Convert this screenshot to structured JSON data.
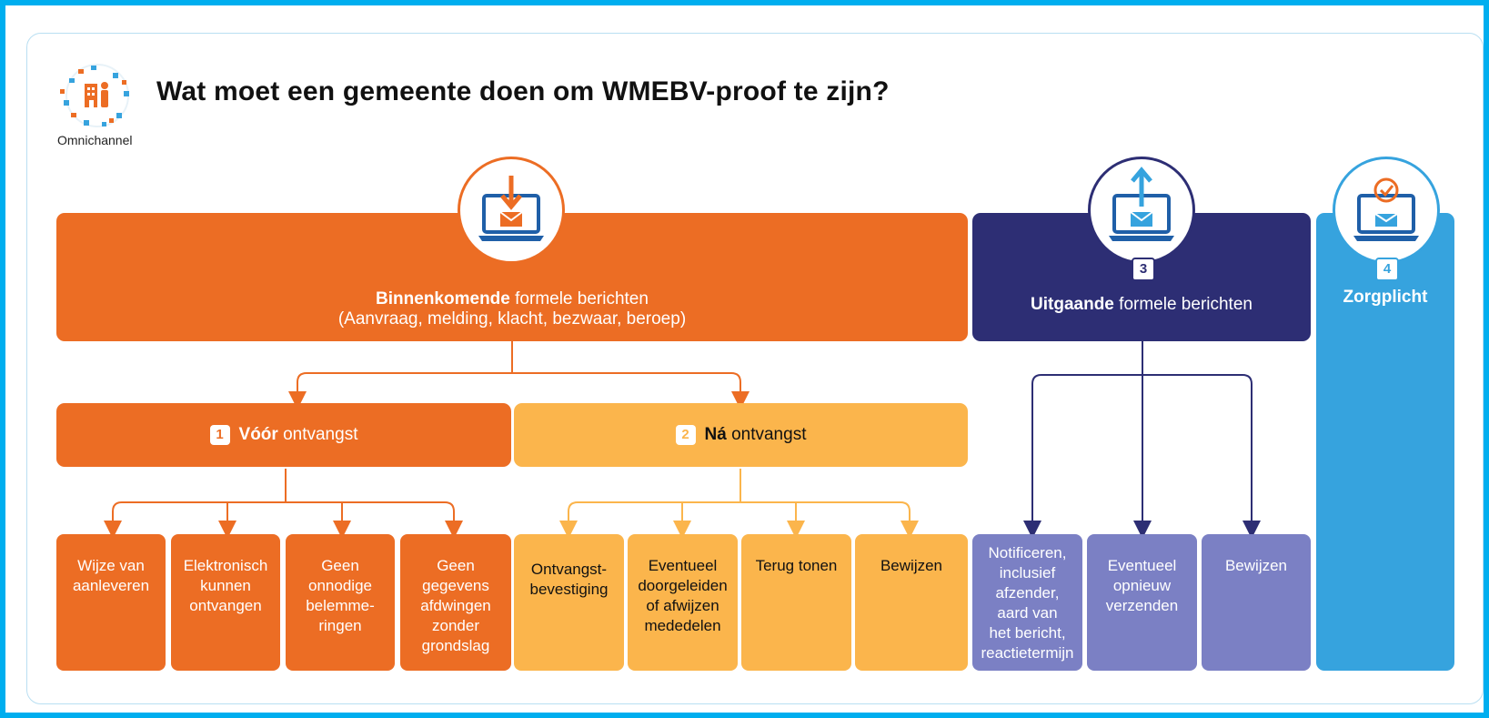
{
  "header": {
    "logo_label": "Omnichannel",
    "title": "Wat moet een gemeente doen om WMEBV-proof te zijn?"
  },
  "incoming": {
    "bold": "Binnenkomende",
    "rest": "formele berichten",
    "sub": "(Aanvraag, melding, klacht, bezwaar, beroep)"
  },
  "before": {
    "number": "1",
    "bold": "Vóór",
    "rest": "ontvangst"
  },
  "after": {
    "number": "2",
    "bold": "Ná",
    "rest": "ontvangst"
  },
  "outgoing": {
    "number": "3",
    "bold": "Uitgaande",
    "rest": "formele berichten"
  },
  "care": {
    "number": "4",
    "label": "Zorgplicht"
  },
  "leaves_before": [
    [
      "Wijze van",
      "aanleveren"
    ],
    [
      "Elektronisch",
      "kunnen",
      "ontvangen"
    ],
    [
      "Geen",
      "onnodige",
      "belemme-",
      "ringen"
    ],
    [
      "Geen",
      "gegevens",
      "afdwingen",
      "zonder",
      "grondslag"
    ]
  ],
  "leaves_after": [
    [
      "Ontvangst-",
      "bevestiging"
    ],
    [
      "Eventueel",
      "doorgeleiden",
      "of afwijzen",
      "mededelen"
    ],
    [
      "Terug tonen"
    ],
    [
      "Bewijzen"
    ]
  ],
  "leaves_outgoing": [
    [
      "Notificeren,",
      "inclusief",
      "afzender,",
      "aard van",
      "het bericht,",
      "reactietermijn"
    ],
    [
      "Eventueel",
      "opnieuw",
      "verzenden"
    ],
    [
      "Bewijzen"
    ]
  ],
  "colors": {
    "orange": "#ec6d24",
    "yellow": "#fbb54c",
    "navy": "#2d2e74",
    "lavender": "#7b80c4",
    "blue": "#36a3de",
    "frame": "#00aeef"
  },
  "icons": [
    "omnichannel-logo-icon",
    "incoming-mail-laptop-icon",
    "outgoing-mail-laptop-icon",
    "certified-mail-laptop-icon"
  ]
}
